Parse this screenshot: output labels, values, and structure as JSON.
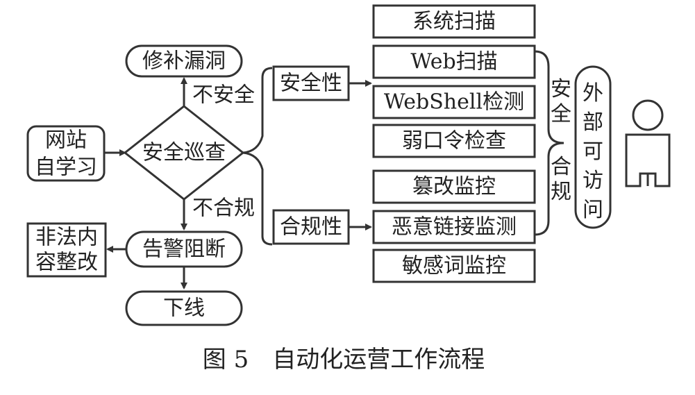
{
  "flow": {
    "website_self_learning": [
      "网站",
      "自学习"
    ],
    "security_inspection": "安全巡查",
    "fix_vulnerability": "修补漏洞",
    "not_secure_label": "不安全",
    "non_compliant_label": "不合规",
    "alarm_block": "告警阻断",
    "illegal_content_rectify": [
      "非法内",
      "容整改"
    ],
    "offline": "下线"
  },
  "categories": {
    "security": "安全性",
    "compliance": "合规性"
  },
  "checks": [
    "系统扫描",
    "Web扫描",
    "WebShell检测",
    "弱口令检查",
    "篡改监控",
    "恶意链接监测",
    "敏感词监控"
  ],
  "side_labels": {
    "security_chars": [
      "安",
      "全"
    ],
    "compliance_chars": [
      "合",
      "规"
    ],
    "external_access_chars": [
      "外",
      "部",
      "可",
      "访",
      "问"
    ]
  },
  "caption": "图 5　自动化运营工作流程"
}
